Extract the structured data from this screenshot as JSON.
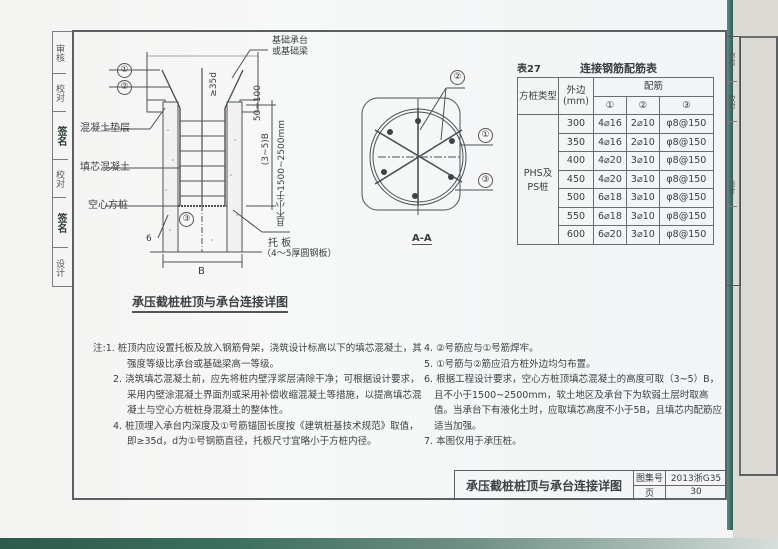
{
  "side_strip": {
    "cells": [
      "审核",
      "签名",
      "校对",
      "签名",
      "设计",
      "签名"
    ],
    "labels": [
      "审核",
      "校对",
      "设计"
    ]
  },
  "elevation": {
    "labels": {
      "cap": "基础承台",
      "cap2": "或基础梁",
      "cushion": "混凝土垫层",
      "infill": "填芯混凝土",
      "hollow_pile": "空心方桩",
      "anchor": "≥35d",
      "cover": "50~100",
      "height1": "(3~5)B",
      "height2": "且不小于1500~2500mm",
      "plate": "托 板",
      "plate_spec": "（4～5厚圆钢板）",
      "weld": "6",
      "width": "B"
    },
    "callouts": [
      "①",
      "②",
      "③"
    ],
    "caption": "承压截桩桩顶与承台连接详图"
  },
  "section": {
    "callouts": [
      "②",
      "①",
      "③"
    ],
    "caption": "A-A"
  },
  "table": {
    "number": "表27",
    "title": "连接钢筋配筋表",
    "headers": {
      "type": "方桩类型",
      "side": "外边(mm)",
      "rebar": "配筋",
      "c1": "①",
      "c2": "②",
      "c3": "③"
    },
    "pile_type": "PHS及PS桩",
    "rows": [
      {
        "side": "300",
        "r1": "4⌀16",
        "r2": "2⌀10",
        "r3": "φ8@150"
      },
      {
        "side": "350",
        "r1": "4⌀16",
        "r2": "2⌀10",
        "r3": "φ8@150"
      },
      {
        "side": "400",
        "r1": "4⌀20",
        "r2": "3⌀10",
        "r3": "φ8@150"
      },
      {
        "side": "450",
        "r1": "4⌀20",
        "r2": "3⌀10",
        "r3": "φ8@150"
      },
      {
        "side": "500",
        "r1": "6⌀18",
        "r2": "3⌀10",
        "r3": "φ8@150"
      },
      {
        "side": "550",
        "r1": "6⌀18",
        "r2": "3⌀10",
        "r3": "φ8@150"
      },
      {
        "side": "600",
        "r1": "6⌀20",
        "r2": "3⌀10",
        "r3": "φ8@150"
      }
    ]
  },
  "notes": {
    "prefix": "注:",
    "left": [
      "1. 桩顶内应设置托板及放入钢筋骨架，浇筑设计标高以下的填芯混凝土，其强度等级比承台或基础梁高一等级。",
      "2. 浇筑填芯混凝土前，应先将桩内壁浮浆层清除干净；可根据设计要求，采用内壁涂混凝土界面剂或采用补偿收缩混凝土等措施，以提高填芯混凝土与空心方桩桩身混凝土的整体性。",
      "4. 桩顶埋入承台内深度及①号筋锚固长度按《建筑桩基技术规范》取值，即≥35d，d为①号钢筋直径，托板尺寸宜略小于方桩内径。"
    ],
    "right": [
      "4. ②号筋应与①号筋焊牢。",
      "5. ①号筋与②筋应沿方桩外边均匀布置。",
      "6. 根据工程设计要求，空心方桩顶填芯混凝土的高度可取（3~5）B，且不小于1500~2500mm，软土地区及承台下为软弱土层时取高值。当承台下有液化土时，应取填芯高度不小于5B，且填芯内配筋应适当加强。",
      "7. 本图仅用于承压桩。"
    ]
  },
  "title_block": {
    "title": "承压截桩桩顶与承台连接详图",
    "atlas_label": "图集号",
    "atlas_no": "2013浙G35",
    "page_label": "页",
    "page_no": "30"
  },
  "colors": {
    "line": "#5c6062",
    "paper": "#f4f5f4",
    "band": "#2e5a4a"
  }
}
